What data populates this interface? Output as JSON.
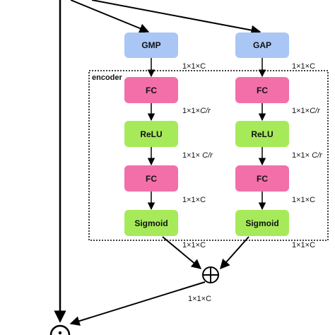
{
  "colors": {
    "pool": "#a9c6f5",
    "fc": "#f26faa",
    "relu": "#a6ea5a",
    "sigmoid": "#a6ea5a",
    "line": "#000000"
  },
  "encoder_label": "encoder",
  "left_branch": {
    "pool": "GMP",
    "fc1": "FC",
    "relu": "ReLU",
    "fc2": "FC",
    "sigmoid": "Sigmoid",
    "dims": {
      "d1": "1×1×C",
      "d2_prefix": "1×1×",
      "d2_italic": "C/r",
      "d3_prefix": "1×1× ",
      "d3_italic": "C/r",
      "d4": "1×1×C",
      "d5": "1×1×C"
    }
  },
  "right_branch": {
    "pool": "GAP",
    "fc1": "FC",
    "relu": "ReLU",
    "fc2": "FC",
    "sigmoid": "Sigmoid",
    "dims": {
      "d1": "1×1×C",
      "d2_prefix": "1×1×",
      "d2_italic": "C/r",
      "d3_prefix": "1×1× ",
      "d3_italic": "C/r",
      "d4": "1×1×C",
      "d5": "1×1×C"
    }
  },
  "sum_dim": "1×1×C",
  "add_symbol": "+",
  "multiply_symbol": "·"
}
